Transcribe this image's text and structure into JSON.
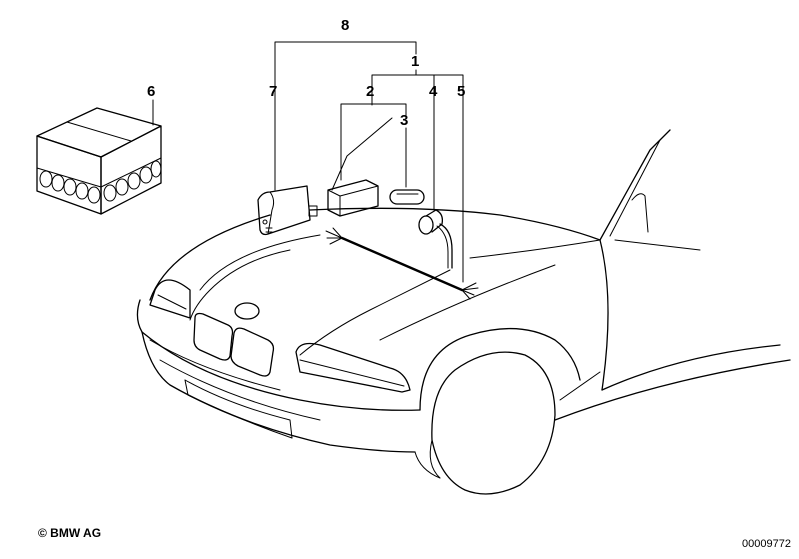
{
  "callouts": {
    "c1": "1",
    "c2": "2",
    "c3": "3",
    "c4": "4",
    "c5": "5",
    "c6": "6",
    "c7": "7",
    "c8": "8"
  },
  "footer": {
    "copyright": "© BMW AG",
    "drawing_number": "00009772"
  },
  "colors": {
    "ink": "#000000",
    "paper": "#ffffff"
  }
}
